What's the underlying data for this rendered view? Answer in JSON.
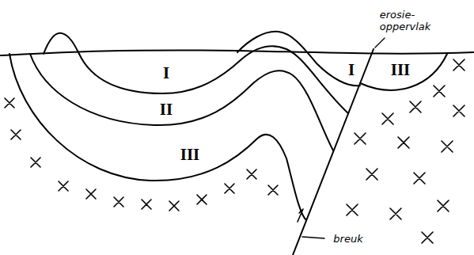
{
  "diagram": {
    "labels": [
      "I",
      "II",
      "III",
      "I",
      "III",
      "erosie- oppervlak",
      "breuk"
    ]
  }
}
